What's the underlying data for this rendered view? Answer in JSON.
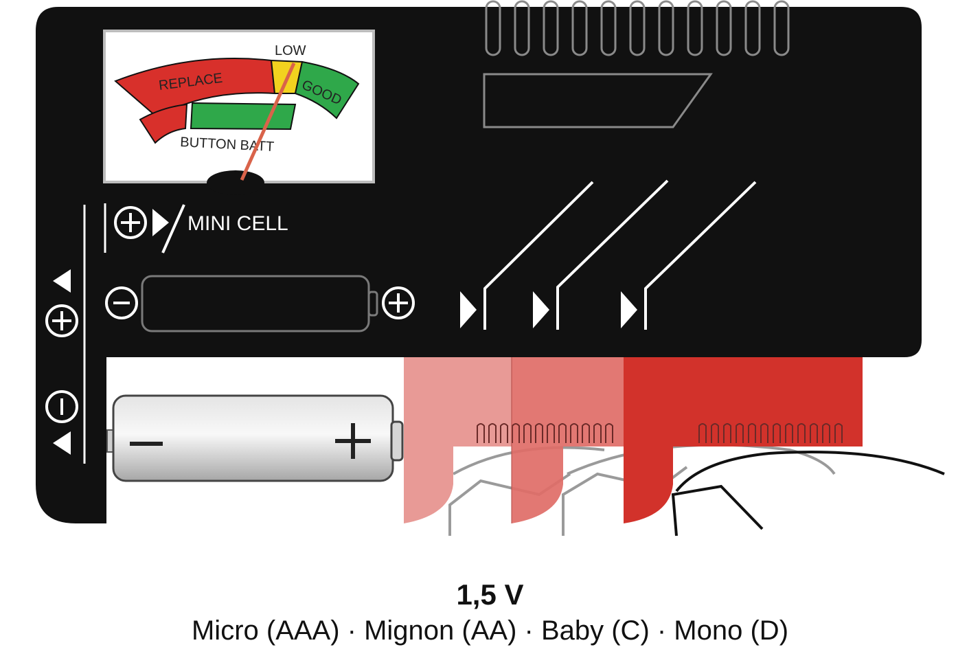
{
  "meter": {
    "replace_label": "REPLACE",
    "low_label": "LOW",
    "good_label": "GOOD",
    "button_batt_label": "BUTTON BATT"
  },
  "device": {
    "mini_cell_label": "MINI CELL"
  },
  "caption": {
    "voltage": "1,5 V",
    "battery_types": "Micro (AAA) · Mignon (AA) · Baby (C) · Mono (D)"
  },
  "colors": {
    "body": "#111111",
    "replace": "#d8302b",
    "low": "#f2d21f",
    "good": "#2fa84a",
    "needle": "#d9634a",
    "slider_aaa": "#e89a96",
    "slider_aa": "#e06d67",
    "slider_c": "#d2322b"
  }
}
